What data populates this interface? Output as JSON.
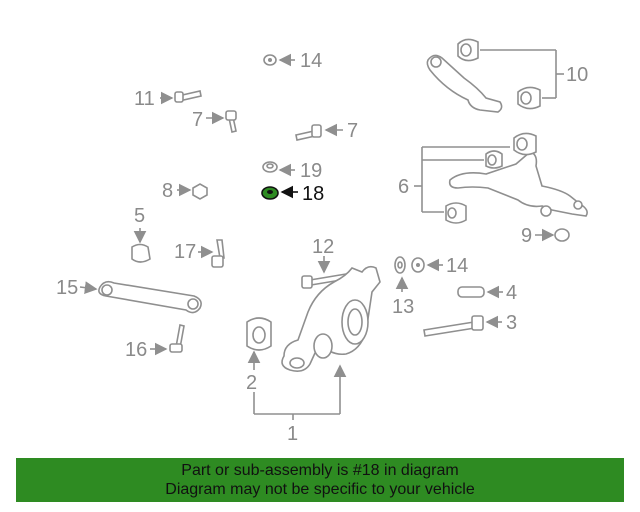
{
  "labels": {
    "l1": "1",
    "l2": "2",
    "l3": "3",
    "l4": "4",
    "l5": "5",
    "l6": "6",
    "l7a": "7",
    "l7b": "7",
    "l8": "8",
    "l9": "9",
    "l10": "10",
    "l11": "11",
    "l12": "12",
    "l13": "13",
    "l14a": "14",
    "l14b": "14",
    "l15": "15",
    "l16": "16",
    "l17": "17",
    "l18": "18",
    "l19": "19"
  },
  "highlight_part": "18",
  "highlight_color": "#2e8b22",
  "banner": {
    "line1": "Part or sub-assembly is #18 in diagram",
    "line2": "Diagram may not be specific to your vehicle"
  }
}
